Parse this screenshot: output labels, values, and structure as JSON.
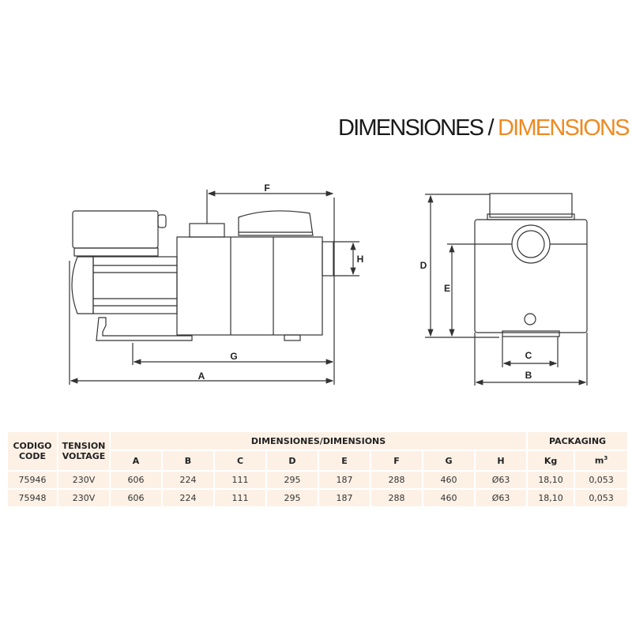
{
  "title": {
    "es": "DIMENSIONES /",
    "en": "DIMENSIONS"
  },
  "labels": {
    "A": "A",
    "B": "B",
    "C": "C",
    "D": "D",
    "E": "E",
    "F": "F",
    "G": "G",
    "H": "H"
  },
  "table": {
    "code_header": [
      "CODIGO",
      "CODE"
    ],
    "voltage_header": [
      "TENSION",
      "VOLTAGE"
    ],
    "dimensions_header": "DIMENSIONES/DIMENSIONS",
    "packaging_header": "PACKAGING",
    "columns": [
      "A",
      "B",
      "C",
      "D",
      "E",
      "F",
      "G",
      "H",
      "Kg",
      "m"
    ],
    "m3_sup": "3",
    "rows": [
      [
        "75946",
        "230V",
        "606",
        "224",
        "111",
        "295",
        "187",
        "288",
        "460",
        "Ø63",
        "18,10",
        "0,053"
      ],
      [
        "75948",
        "230V",
        "606",
        "224",
        "111",
        "295",
        "187",
        "288",
        "460",
        "Ø63",
        "18,10",
        "0,053"
      ]
    ]
  },
  "colors": {
    "accent": "#ef8a22",
    "table_bg": "#fdf1e6"
  }
}
